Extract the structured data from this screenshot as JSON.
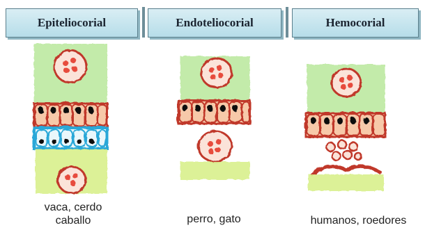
{
  "headers": {
    "epiteliocorial": "Epiteliocorial",
    "endoteliocorial": "Endoteliocorial",
    "hemocorial": "Hemocorial"
  },
  "captions": {
    "epiteliocorial_line1": "vaca, cerdo",
    "epiteliocorial_line2": "caballo",
    "endoteliocorial": "perro, gato",
    "hemocorial": "humanos, roedores"
  },
  "colors": {
    "header_bg": "#c4e4ee",
    "connective": "#a8e08a",
    "maternal_tissue": "#d6ec8a",
    "cell_outline": "#c0392b",
    "epithelium_blue": "#29a8d8",
    "nucleus": "#1a1a1a"
  }
}
